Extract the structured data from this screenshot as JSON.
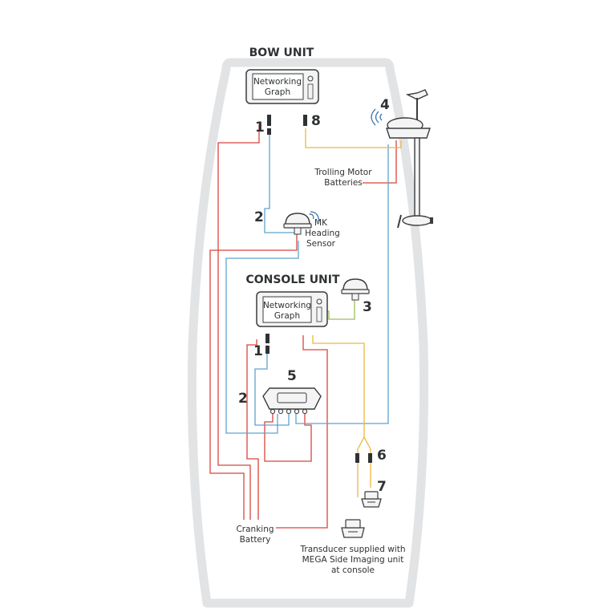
{
  "colors": {
    "hull": "#e2e3e4",
    "red_wire": "#d8453c",
    "blue_wire": "#5ea3cf",
    "yellow_wire": "#eeb63d",
    "green_wire": "#9dbd58",
    "device_body": "#f4f4f4",
    "device_outline": "#3a3c3e",
    "text": "#2f3133"
  },
  "bow_unit": {
    "title": "BOW UNIT",
    "screen_line1": "Networking",
    "screen_line2": "Graph"
  },
  "console_unit": {
    "title": "CONSOLE UNIT",
    "screen_line1": "Networking",
    "screen_line2": "Graph"
  },
  "callouts": {
    "n1_bow": "1",
    "n8": "8",
    "n4": "4",
    "n2_bow": "2",
    "n3": "3",
    "n1_console": "1",
    "n5": "5",
    "n2_console": "2",
    "n6": "6",
    "n7": "7"
  },
  "labels": {
    "trolling_line1": "Trolling Motor",
    "trolling_line2": "Batteries",
    "heading_line1": "MK",
    "heading_line2": "Heading",
    "heading_line3": "Sensor",
    "cranking_line1": "Cranking",
    "cranking_line2": "Battery",
    "transducer_line1": "Transducer supplied with",
    "transducer_line2": "MEGA Side Imaging unit",
    "transducer_line3": "at console"
  },
  "icons": [
    "wifi-signal-icon",
    "gps-receiver-icon",
    "heading-sensor-icon",
    "trolling-motor-icon",
    "transducer-icon",
    "network-hub-icon"
  ]
}
